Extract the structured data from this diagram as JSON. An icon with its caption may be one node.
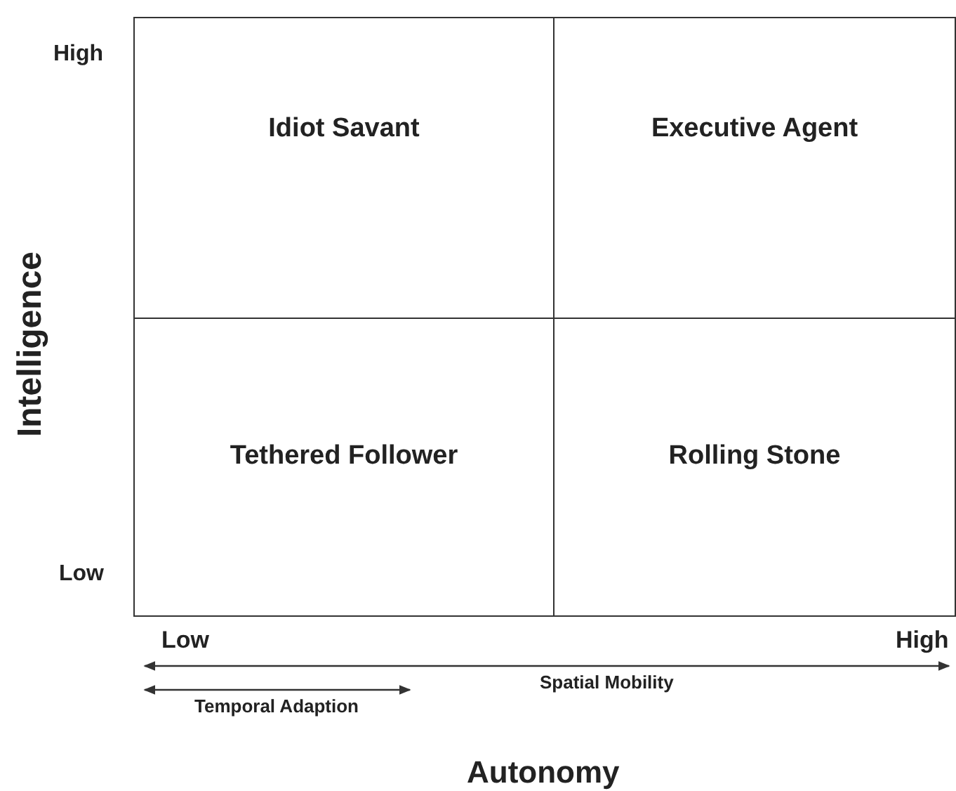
{
  "diagram": {
    "nodes": [
      {
        "text": [
          "Idiot Savant"
        ]
      },
      {
        "text": [
          "Executive Agent"
        ]
      },
      {
        "text": [
          "Tethered Follower"
        ]
      },
      {
        "text": [
          "Rolling Stone"
        ]
      }
    ],
    "labels": [
      "High",
      "Intelligence",
      "Low",
      "Low",
      "High",
      "Spatial Mobility",
      "Temporal Adaption",
      "Autonomy"
    ]
  }
}
